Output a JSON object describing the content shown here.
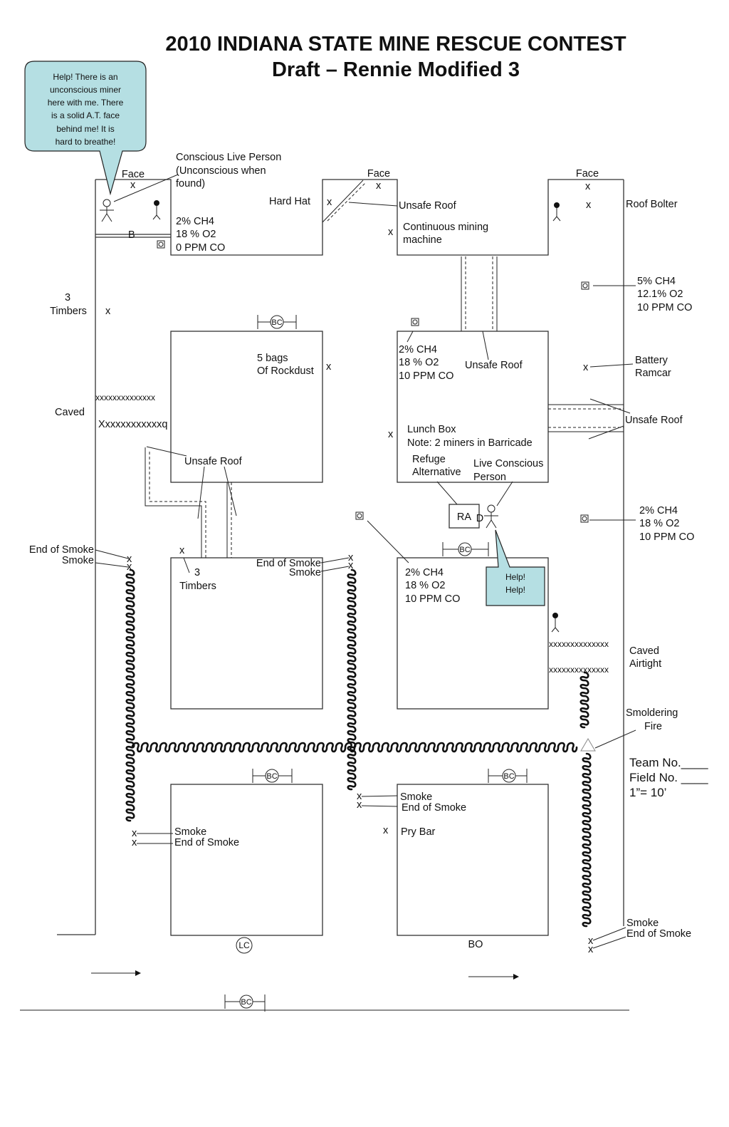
{
  "title": {
    "line1": "2010 INDIANA STATE MINE RESCUE CONTEST",
    "line2": "Draft – Rennie Modified 3"
  },
  "callout_top": [
    "Help! There is an",
    "unconscious miner",
    "here with me. There",
    "is a solid A.T. face",
    "behind me! It is",
    "hard to breathe!"
  ],
  "callout_help": [
    "Help!",
    "Help!"
  ],
  "faces": [
    "Face",
    "Face",
    "Face"
  ],
  "labels": {
    "conscious_person": [
      "Conscious Live Person",
      "(Unconscious when",
      "found)"
    ],
    "hard_hat": "Hard Hat",
    "unsafe_roof": "Unsafe Roof",
    "roof_bolter": "Roof Bolter",
    "continuous_miner": [
      "Continuous mining",
      "machine"
    ],
    "timbers_left": [
      "3",
      "Timbers"
    ],
    "timbers_mid": [
      "3",
      "Timbers"
    ],
    "rockdust": [
      "5 bags",
      "Of Rockdust"
    ],
    "battery_ramcar": [
      "Battery",
      "Ramcar"
    ],
    "caved_left": "Caved",
    "caved_right": [
      "Caved",
      "Airtight"
    ],
    "lunch_box": "Lunch Box",
    "barricade_note": "Note:  2 miners in Barricade",
    "refuge": [
      "Refuge",
      "Alternative"
    ],
    "live_conscious": [
      "Live Conscious",
      "Person"
    ],
    "ra": "RA",
    "d": "D",
    "b": "B",
    "bc": "BC",
    "lc": "LC",
    "bo": "BO",
    "smoldering_fire": [
      "Smoldering",
      "Fire"
    ],
    "pry_bar": "Pry Bar",
    "smoke": "Smoke",
    "end_of_smoke": "End of Smoke",
    "x": "x",
    "crib_row_1": "xxxxxxxxxxxxxx",
    "crib_row_2": "Xxxxxxxxxxxxq",
    "crib_row_3": "xxxxxxxxxxxxxx"
  },
  "gas_readings": {
    "face_left": [
      "2% CH4",
      "18 % O2",
      "0 PPM CO"
    ],
    "right_top": [
      "5% CH4",
      "12.1% O2",
      "10 PPM CO"
    ],
    "center": [
      "2% CH4",
      "18 % O2",
      "10 PPM CO"
    ],
    "right_mid": [
      "2% CH4",
      "18 % O2",
      "10 PPM CO"
    ],
    "lower_center": [
      "2% CH4",
      "18 % O2",
      "10 PPM CO"
    ]
  },
  "team_info": [
    "Team No.____",
    "Field No. ____",
    "1”= 10’"
  ],
  "colors": {
    "callout": "#b5dfe3",
    "line": "#222222"
  }
}
